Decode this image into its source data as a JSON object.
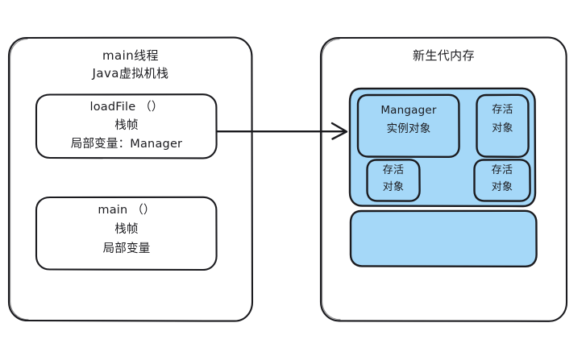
{
  "diagram": {
    "title_left": "main线程",
    "subtitle_left": "Java虚拟机栈",
    "title_right": "新生代内存",
    "colors": {
      "stroke": "#1b1b1f",
      "blue_fill": "#a5d8f8",
      "background": "#ffffff"
    }
  },
  "left_panel": {
    "heading_line1": "main线程",
    "heading_line2": "Java虚拟机栈",
    "frames": [
      {
        "name": "loadfile-frame",
        "line1": "loadFile （）",
        "line2": "栈帧",
        "line3": "局部变量：Manager"
      },
      {
        "name": "main-frame",
        "line1": "main （）",
        "line2": "栈帧",
        "line3": "局部变量"
      }
    ]
  },
  "right_panel": {
    "heading": "新生代内存",
    "eden_region": {
      "objects": [
        {
          "line1": "Mangager",
          "line2": "实例对象"
        },
        {
          "line1": "存活",
          "line2": "对象"
        },
        {
          "line1": "存活",
          "line2": "对象"
        },
        {
          "line1": "存活",
          "line2": "对象"
        }
      ]
    },
    "survivor_bar": {
      "label": ""
    }
  },
  "connector": {
    "name": "reference-arrow",
    "from": "loadfile-frame",
    "to": "eden-region",
    "label": ""
  }
}
